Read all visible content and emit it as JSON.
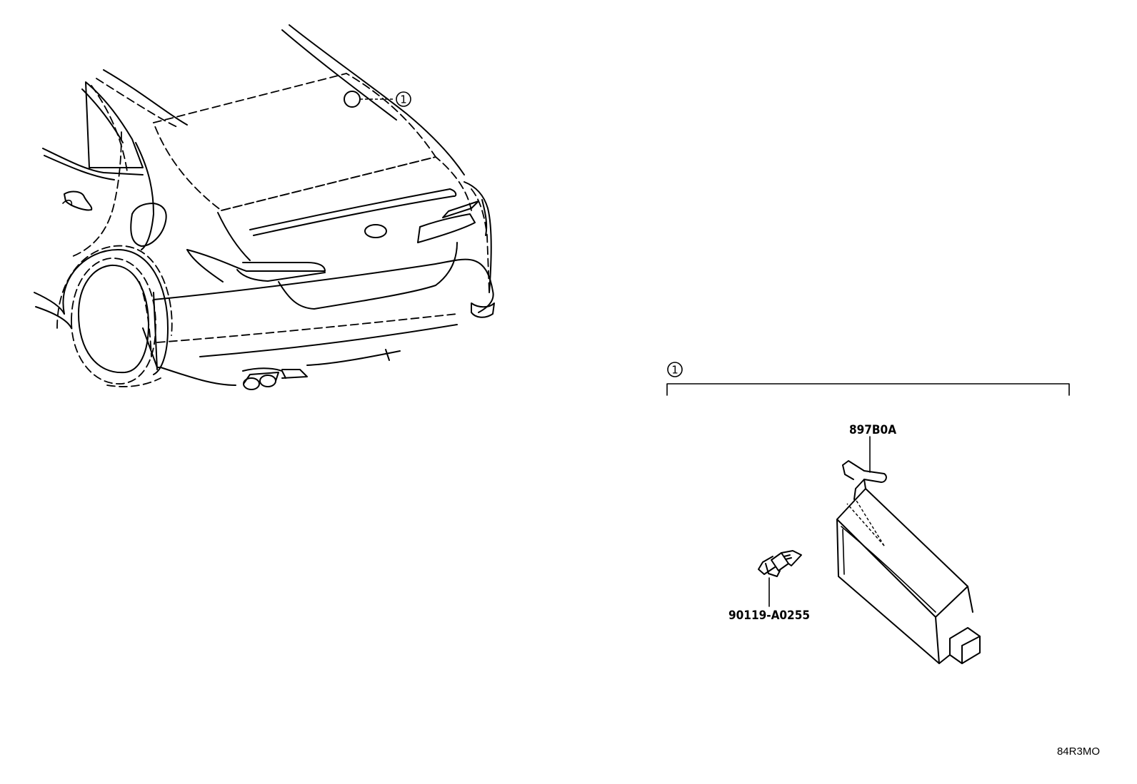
{
  "callouts": {
    "car_marker": "1",
    "bracket_marker": "1"
  },
  "parts": {
    "module": "897B0A",
    "bolt": "90119-A0255"
  },
  "illustration_code": "84R3MO"
}
